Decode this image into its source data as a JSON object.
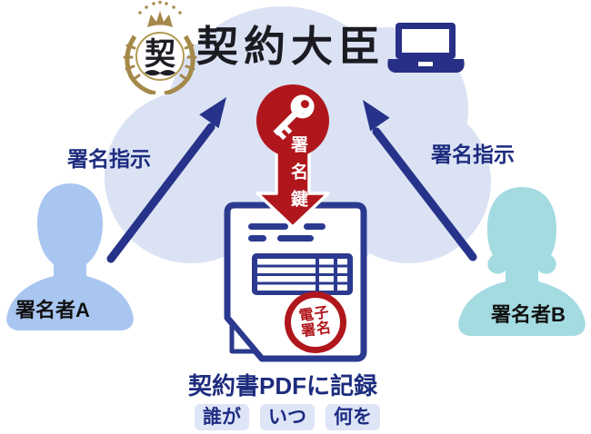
{
  "service": {
    "emblem_char": "契",
    "title": "契約大臣"
  },
  "ribbon": {
    "label": "署名鍵"
  },
  "document": {
    "stamp_line1": "電子",
    "stamp_line2": "署名"
  },
  "signers": {
    "a": {
      "label": "署名者A",
      "instruction": "署名指示"
    },
    "b": {
      "label": "署名者B",
      "instruction": "署名指示"
    }
  },
  "footer": {
    "title": "契約書PDFに記録",
    "chips": [
      "誰が",
      "いつ",
      "何を"
    ]
  },
  "colors": {
    "cloud": "#dbe2f4",
    "navy": "#2b3a8f",
    "arrow_navy": "#27338a",
    "red": "#b0171d",
    "signer_a": "#a9c6f1",
    "signer_b": "#a3dbe1",
    "gold": "#a5894a",
    "chip_bg": "#dee5f7",
    "text_navy": "#1d2c7e"
  }
}
